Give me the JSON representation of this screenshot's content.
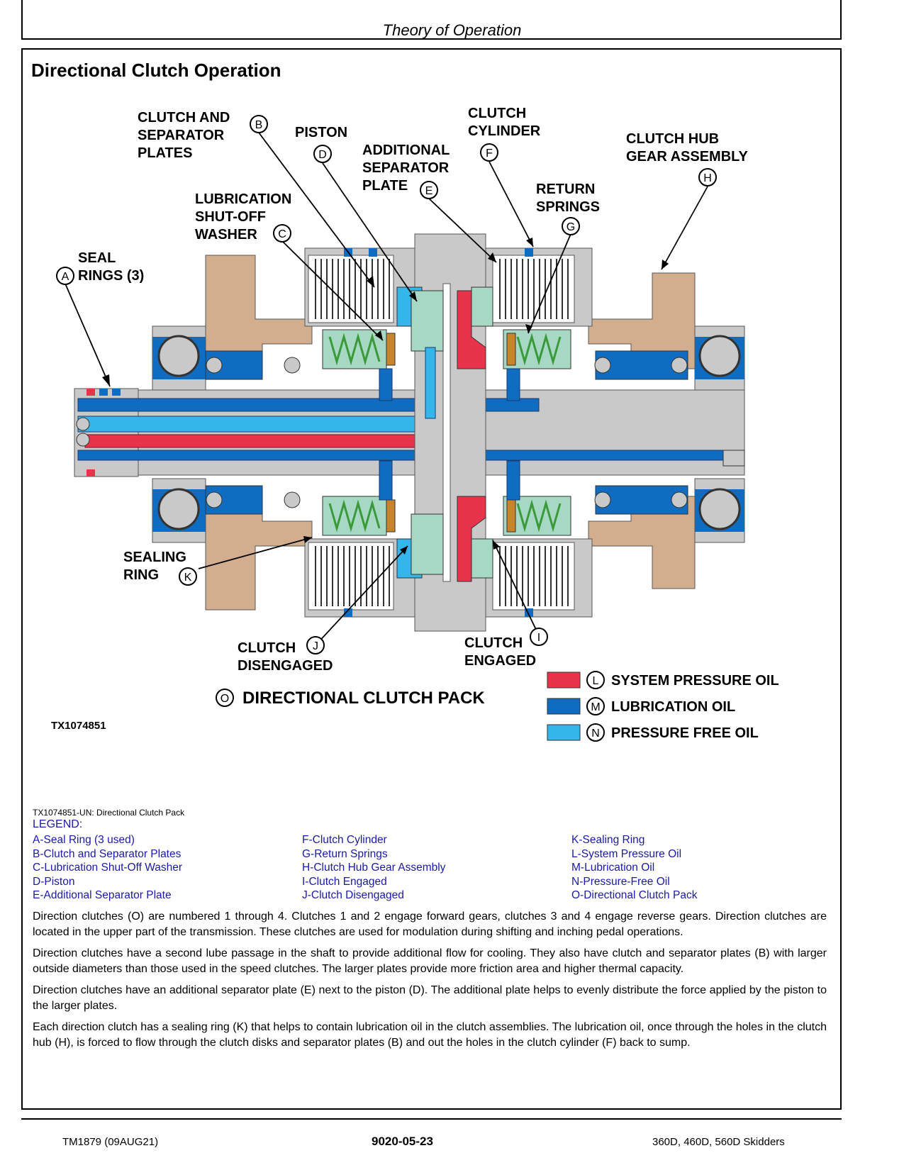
{
  "header": {
    "title": "Theory of Operation"
  },
  "section": {
    "title": "Directional Clutch Operation"
  },
  "diagram": {
    "figure_id": "TX1074851",
    "pack_label": "DIRECTIONAL CLUTCH PACK",
    "callouts": {
      "A": {
        "letter": "A",
        "line1": "SEAL",
        "line2": "RINGS (3)"
      },
      "B": {
        "letter": "B",
        "line1": "CLUTCH  AND",
        "line2": "SEPARATOR",
        "line3": "PLATES"
      },
      "C": {
        "letter": "C",
        "line1": "LUBRICATION",
        "line2": "SHUT-OFF",
        "line3": "WASHER"
      },
      "D": {
        "letter": "D",
        "line1": "PISTON"
      },
      "E": {
        "letter": "E",
        "line1": "ADDITIONAL",
        "line2": "SEPARATOR",
        "line3": "PLATE"
      },
      "F": {
        "letter": "F",
        "line1": "CLUTCH",
        "line2": "CYLINDER"
      },
      "G": {
        "letter": "G",
        "line1": "RETURN",
        "line2": "SPRINGS"
      },
      "H": {
        "letter": "H",
        "line1": "CLUTCH HUB",
        "line2": "GEAR ASSEMBLY"
      },
      "I": {
        "letter": "I",
        "line1": "CLUTCH",
        "line2": "ENGAGED"
      },
      "J": {
        "letter": "J",
        "line1": "CLUTCH",
        "line2": "DISENGAGED"
      },
      "K": {
        "letter": "K",
        "line1": "SEALING",
        "line2": "RING"
      },
      "O": {
        "letter": "O"
      }
    },
    "key": [
      {
        "letter": "L",
        "label": "SYSTEM PRESSURE OIL",
        "color": "#e8344a"
      },
      {
        "letter": "M",
        "label": "LUBRICATION OIL",
        "color": "#0f6cc0"
      },
      {
        "letter": "N",
        "label": "PRESSURE FREE OIL",
        "color": "#35b6ea"
      }
    ],
    "colors": {
      "housing": "#c9c9c9",
      "gear": "#d2ae8e",
      "piston": "#a7d8c4",
      "spring": "#3a9a3a",
      "washer": "#c8842a"
    }
  },
  "caption": "TX1074851-UN: Directional Clutch Pack",
  "legend": {
    "heading": "LEGEND:",
    "col1": [
      "A-Seal Ring (3 used)",
      "B-Clutch and Separator Plates",
      "C-Lubrication Shut-Off Washer",
      "D-Piston",
      "E-Additional Separator Plate"
    ],
    "col2": [
      "F-Clutch Cylinder",
      "G-Return Springs",
      "H-Clutch Hub Gear Assembly",
      "I-Clutch Engaged",
      "J-Clutch Disengaged"
    ],
    "col3": [
      "K-Sealing Ring",
      "L-System Pressure Oil",
      "M-Lubrication Oil",
      "N-Pressure-Free Oil",
      "O-Directional Clutch Pack"
    ]
  },
  "paragraphs": [
    "Direction clutches (O) are numbered 1 through 4. Clutches 1 and 2 engage forward gears, clutches 3 and 4 engage reverse gears. Direction clutches are located in the upper part of the transmission. These clutches are used for modulation during shifting and inching pedal operations.",
    "Direction clutches have a second lube passage in the shaft to provide additional flow for cooling. They also have clutch and separator plates (B) with larger outside diameters than those used in the speed clutches. The larger plates provide more friction area and higher thermal capacity.",
    "Direction clutches have an additional separator plate (E) next to the piston (D). The additional plate helps to evenly distribute the force applied by the piston to the larger plates.",
    "Each direction clutch has a sealing ring (K) that helps to contain lubrication oil in the clutch assemblies. The lubrication oil, once through the holes in the clutch hub (H), is forced to flow through the clutch disks and separator plates (B) and out the holes in the clutch cylinder (F) back to sump."
  ],
  "footer": {
    "left": "TM1879 (09AUG21)",
    "center": "9020-05-23",
    "right": "360D, 460D, 560D Skidders"
  }
}
